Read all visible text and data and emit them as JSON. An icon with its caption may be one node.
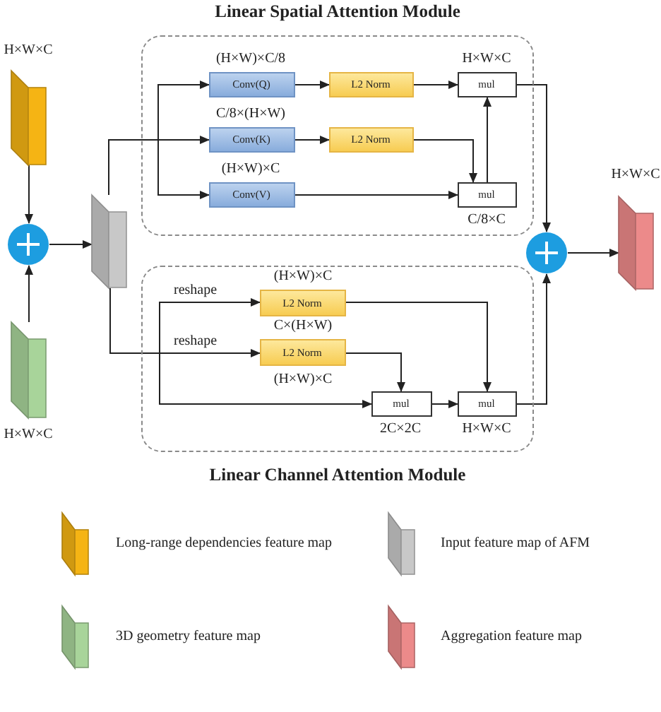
{
  "diagram": {
    "nodes": [
      {
        "text": [
          "Linear Spatial Attention Module"
        ]
      },
      {
        "text": [
          "Linear Channel Attention Module"
        ]
      },
      {
        "text": [
          "Conv(Q)"
        ],
        "in": 0,
        "beside": [
          "(H×W)×C/8"
        ]
      },
      {
        "text": [
          "L2 Norm"
        ],
        "in": 0
      },
      {
        "text": [
          "mul"
        ],
        "in": 0,
        "beside": [
          "H×W×C"
        ]
      },
      {
        "text": [
          "Conv(K)"
        ],
        "in": 0,
        "beside": [
          "C/8×(H×W)"
        ]
      },
      {
        "text": [
          "L2 Norm"
        ],
        "in": 0
      },
      {
        "text": [
          "Conv(V)"
        ],
        "in": 0,
        "beside": [
          "(H×W)×C"
        ]
      },
      {
        "text": [
          "mul"
        ],
        "in": 0,
        "beside": [
          "C/8×C"
        ]
      },
      {
        "text": [
          "L2 Norm"
        ],
        "in": 1,
        "beside": [
          "(H×W)×C",
          "C×(H×W)"
        ]
      },
      {
        "text": [
          "L2 Norm"
        ],
        "in": 1,
        "beside": [
          "(H×W)×C"
        ]
      },
      {
        "text": [
          "mul"
        ],
        "in": 1,
        "beside": [
          "2C×2C"
        ]
      },
      {
        "text": [
          "mul"
        ],
        "in": 1,
        "beside": [
          "H×W×C"
        ]
      },
      {
        "text": [],
        "shape": "box",
        "beside": [
          "H×W×C"
        ]
      },
      {
        "text": [],
        "shape": "box",
        "beside": [
          "H×W×C"
        ]
      },
      {
        "text": [],
        "shape": "circle"
      },
      {
        "text": [],
        "shape": "box"
      },
      {
        "text": [],
        "shape": "circle"
      },
      {
        "text": [],
        "shape": "box",
        "beside": [
          "H×W×C"
        ]
      }
    ],
    "edges": [
      {
        "from": 13,
        "to": 15,
        "arrow": "to"
      },
      {
        "from": 14,
        "to": 15,
        "arrow": "to"
      },
      {
        "from": 15,
        "to": 16,
        "arrow": "to"
      },
      {
        "from": 16,
        "to": 5,
        "arrow": "to"
      },
      {
        "from": 16,
        "to": 2,
        "arrow": "to"
      },
      {
        "from": 16,
        "to": 7,
        "arrow": "to"
      },
      {
        "from": 2,
        "to": 3,
        "arrow": "to"
      },
      {
        "from": 3,
        "to": 4,
        "arrow": "to"
      },
      {
        "from": 5,
        "to": 6,
        "arrow": "to"
      },
      {
        "from": 6,
        "to": 8,
        "arrow": "to"
      },
      {
        "from": 7,
        "to": 8,
        "arrow": "to"
      },
      {
        "from": 8,
        "to": 4,
        "arrow": "to"
      },
      {
        "from": 4,
        "to": 17,
        "arrow": "to"
      },
      {
        "from": 16,
        "to": 10,
        "arrow": "to",
        "label": "reshape"
      },
      {
        "from": 16,
        "to": 9,
        "arrow": "to",
        "label": "reshape"
      },
      {
        "from": 16,
        "to": 11,
        "arrow": "to"
      },
      {
        "from": 9,
        "to": 12,
        "arrow": "to"
      },
      {
        "from": 10,
        "to": 11,
        "arrow": "to"
      },
      {
        "from": 11,
        "to": 12,
        "arrow": "to"
      },
      {
        "from": 12,
        "to": 17,
        "arrow": "to"
      },
      {
        "from": 17,
        "to": 18,
        "arrow": "to"
      }
    ],
    "legend": [
      {
        "text": "Long-range dependencies feature map",
        "color": "#f5b414"
      },
      {
        "text": "Input feature map of AFM",
        "color": "#c8c8c8"
      },
      {
        "text": "3D geometry feature map",
        "color": "#a8d49a"
      },
      {
        "text": "Aggregation feature map",
        "color": "#ec8a8a"
      }
    ]
  }
}
